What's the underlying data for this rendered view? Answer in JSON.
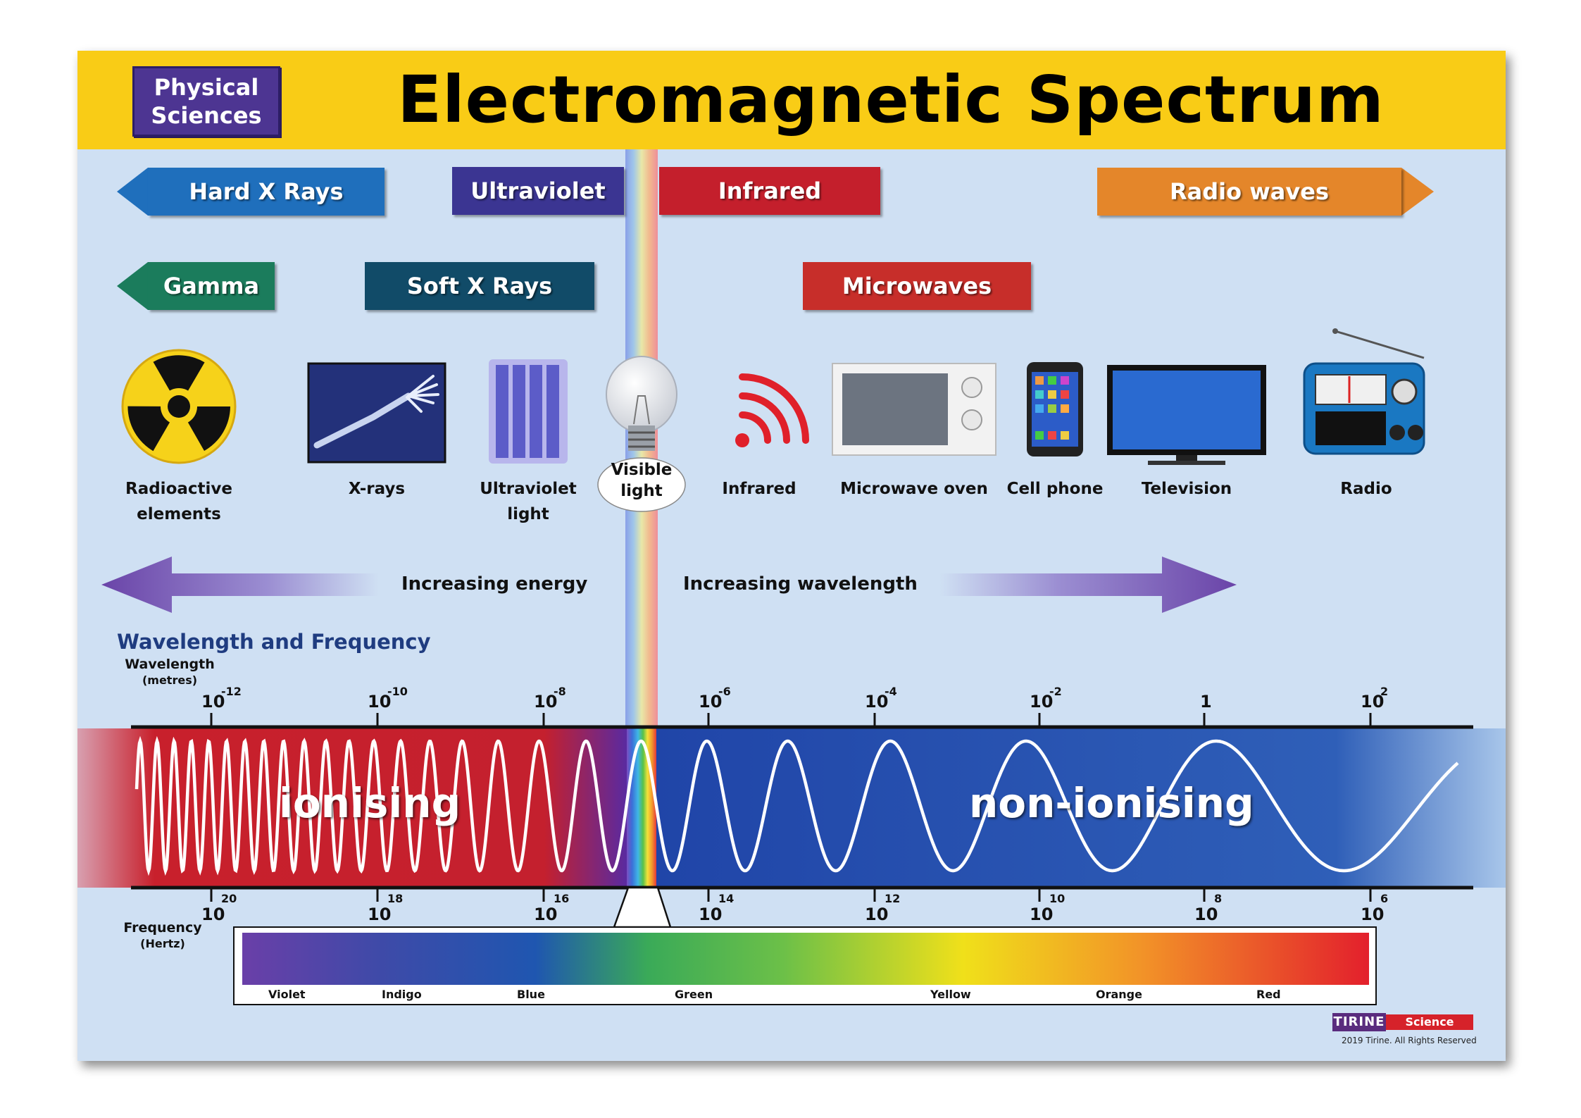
{
  "header": {
    "badge_line1": "Physical",
    "badge_line2": "Sciences",
    "title": "Electromagnetic Spectrum"
  },
  "bands": {
    "hard_x_rays": "Hard X Rays",
    "ultraviolet": "Ultraviolet",
    "infrared": "Infrared",
    "radio_waves": "Radio waves",
    "gamma": "Gamma",
    "soft_x_rays": "Soft X Rays",
    "microwaves": "Microwaves"
  },
  "sources": {
    "radioactive_line1": "Radioactive",
    "radioactive_line2": "elements",
    "xrays": "X-rays",
    "uv_line1": "Ultraviolet",
    "uv_line2": "light",
    "visible_line1": "Visible",
    "visible_line2": "light",
    "infrared": "Infrared",
    "microwave_oven": "Microwave oven",
    "cell_phone": "Cell phone",
    "television": "Television",
    "radio": "Radio"
  },
  "arrows": {
    "energy": "Increasing energy",
    "wavelength": "Increasing wavelength"
  },
  "scale": {
    "title": "Wavelength and Frequency",
    "wavelength_label": "Wavelength",
    "wavelength_unit": "(metres)",
    "frequency_label": "Frequency",
    "frequency_unit": "(Hertz)",
    "ionising": "ionising",
    "non_ionising": "non-ionising",
    "wavelength_ticks": [
      {
        "base": "10",
        "exp": "-12"
      },
      {
        "base": "10",
        "exp": "-10"
      },
      {
        "base": "10",
        "exp": "-8"
      },
      {
        "base": "10",
        "exp": "-6"
      },
      {
        "base": "10",
        "exp": "-4"
      },
      {
        "base": "10",
        "exp": "-2"
      },
      {
        "base": "1",
        "exp": ""
      },
      {
        "base": "10",
        "exp": "2"
      }
    ],
    "frequency_ticks": [
      {
        "base": "10",
        "exp": "20"
      },
      {
        "base": "10",
        "exp": "18"
      },
      {
        "base": "10",
        "exp": "16"
      },
      {
        "base": "10",
        "exp": "14"
      },
      {
        "base": "10",
        "exp": "12"
      },
      {
        "base": "10",
        "exp": "10"
      },
      {
        "base": "10",
        "exp": "8"
      },
      {
        "base": "10",
        "exp": "6"
      }
    ]
  },
  "visible_colors": [
    "Violet",
    "Indigo",
    "Blue",
    "Green",
    "Yellow",
    "Orange",
    "Red"
  ],
  "footer": {
    "brand": "TIRINE",
    "brand_tag": "Science",
    "copyright": "2019 Tirine.  All Rights Reserved"
  },
  "colors": {
    "header": "#f9cc16",
    "background": "#cfe0f3",
    "ionising": "#c8202c",
    "non_ionising": "#2a55b0",
    "arrow": "#6a44a8"
  }
}
